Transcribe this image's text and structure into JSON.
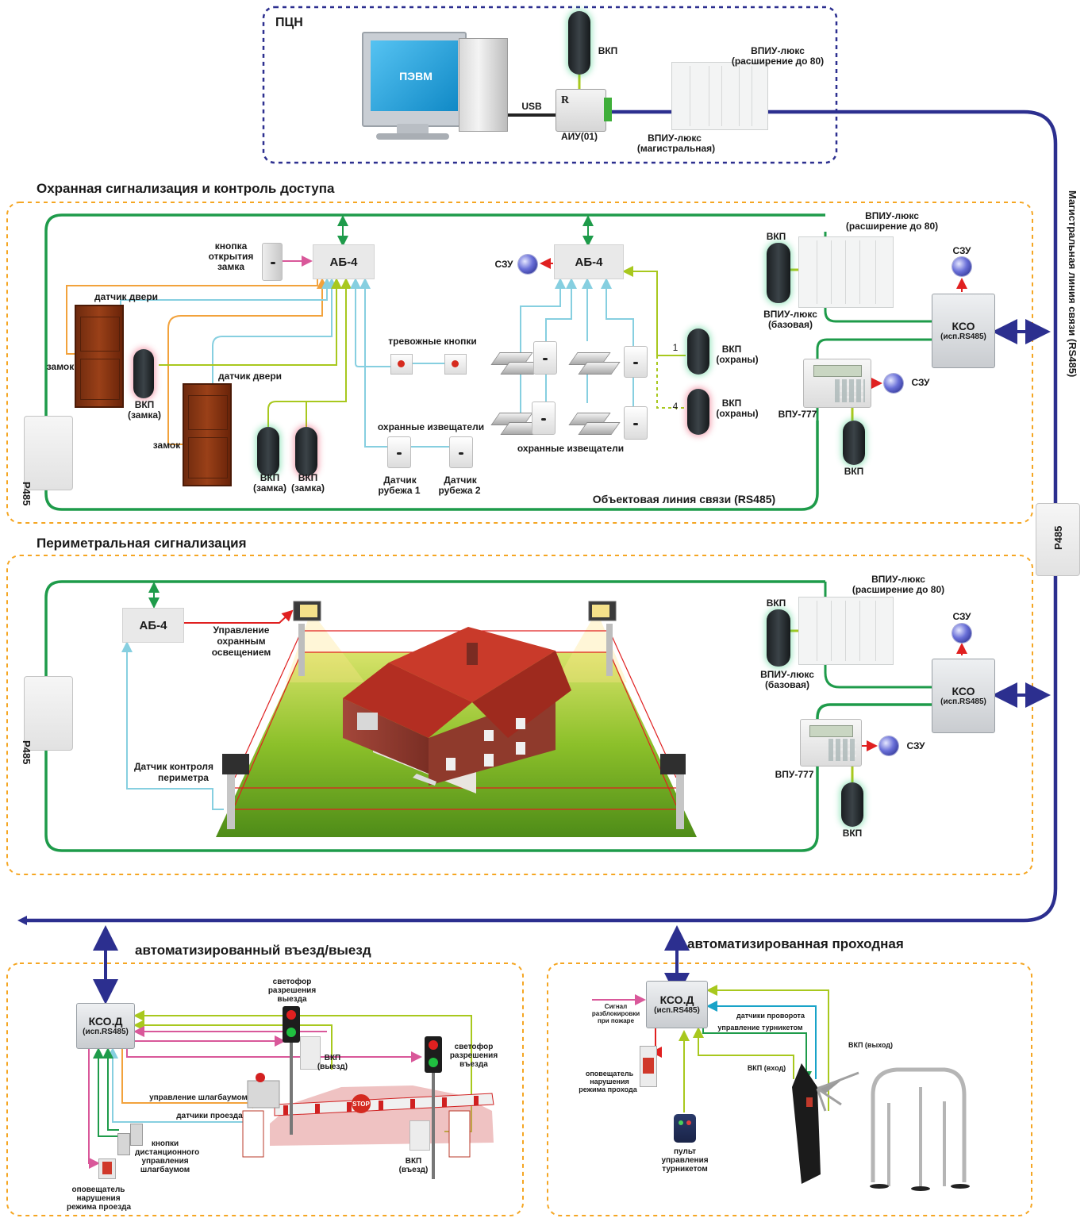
{
  "colors": {
    "main_line": "#2c2f8f",
    "object_line": "#1e9b4a",
    "dash_orange": "#f5a623",
    "dash_navy": "#2c2f8f",
    "yellow_green": "#a8c81e",
    "light_blue": "#86cfe0",
    "orange": "#f2a23c",
    "pink": "#d9589a",
    "red": "#e02020",
    "cyan": "#18a3c8"
  },
  "icons": [
    "pc-icon",
    "usb-converter-icon",
    "reader-icon",
    "expansion-panel-icon",
    "sphere-siren-icon",
    "door-icon",
    "magnet-sensor-icon",
    "motion-sensor-icon",
    "keypad-icon",
    "floodlight-icon",
    "house-icon",
    "traffic-light-icon",
    "barrier-icon",
    "turnstile-icon",
    "remote-icon",
    "siren-icon"
  ],
  "pcn": {
    "title": "ПЦН",
    "pc_label": "ПЭВМ",
    "usb_label": "USB",
    "vkp": "ВКП",
    "aiu": "АИУ(01)",
    "vpiu_ext": [
      "ВПИУ-люкс",
      "(расширение до 80)"
    ],
    "vpiu_main": [
      "ВПИУ-люкс",
      "(магистральная)"
    ]
  },
  "main_line_label": "Магистральная линия связи  (RS485)",
  "p485": "Р485",
  "section1": {
    "title": "Охранная сигнализация и контроль доступа",
    "ab4": "АБ-4",
    "szu": "СЗУ",
    "btn_open": [
      "кнопка",
      "открытия",
      "замка"
    ],
    "door_sensor": "датчик двери",
    "lock": "замок",
    "vkp_lock": [
      "ВКП",
      "(замка)"
    ],
    "alarm_buttons": "тревожные кнопки",
    "guard_detectors": "охранные извещатели",
    "rubezh1": [
      "Датчик",
      "рубежа 1"
    ],
    "rubezh2": [
      "Датчик",
      "рубежа 2"
    ],
    "vkp_guard": [
      "ВКП",
      "(охраны)"
    ],
    "n1": "1",
    "n4": "4",
    "vpiu_ext": [
      "ВПИУ-люкс",
      "(расширение до 80)"
    ],
    "vpiu_base": [
      "ВПИУ-люкс",
      "(базовая)"
    ],
    "vkp": "ВКП",
    "kso": "КСО",
    "kso_sub": "(исп.RS485)",
    "vpu": "ВПУ-777",
    "object_line": "Объектовая линия связи  (RS485)"
  },
  "section2": {
    "title": "Периметральная сигнализация",
    "ab4": "АБ-4",
    "light_ctrl": [
      "Управление",
      "охранным",
      "освещением"
    ],
    "perimeter_sensor": [
      "Датчик контроля",
      "периметра"
    ],
    "vpiu_ext": [
      "ВПИУ-люкс",
      "(расширение до 80)"
    ],
    "vpiu_base": [
      "ВПИУ-люкс",
      "(базовая)"
    ],
    "vkp": "ВКП",
    "szu": "СЗУ",
    "kso": "КСО",
    "kso_sub": "(исп.RS485)",
    "vpu": "ВПУ-777"
  },
  "section3": {
    "title": "автоматизированный въезд/выезд",
    "kso": "КСО.Д",
    "kso_sub": "(исп.RS485)",
    "light_exit": [
      "светофор",
      "разрешения",
      "выезда"
    ],
    "light_entry": [
      "светофор",
      "разрешения",
      "въезда"
    ],
    "vkp_exit": [
      "ВКП",
      "(выезд)"
    ],
    "vkp_entry": [
      "ВКП",
      "(въезд)"
    ],
    "barrier_ctrl": "управление шлагбаумом",
    "pass_sensors": "датчики проезда",
    "remote_buttons": [
      "кнопки",
      "дистанционного",
      "управления",
      "шлагбаумом"
    ],
    "alarm": [
      "оповещатель",
      "нарушения",
      "режима проезда"
    ],
    "stop": "STOP"
  },
  "section4": {
    "title": "автоматизированная проходная",
    "kso": "КСО.Д",
    "kso_sub": "(исп.RS485)",
    "fire_signal": [
      "Сигнал",
      "разблокировки",
      "при пожаре"
    ],
    "rotation_sensors": "датчики проворота",
    "turnstile_ctrl": "управление турникетом",
    "vkp_exit": "ВКП (выход)",
    "vkp_entry": "ВКП (вход)",
    "alarm": [
      "оповещатель",
      "нарушения",
      "режима прохода"
    ],
    "remote": [
      "пульт",
      "управления",
      "турникетом"
    ]
  }
}
